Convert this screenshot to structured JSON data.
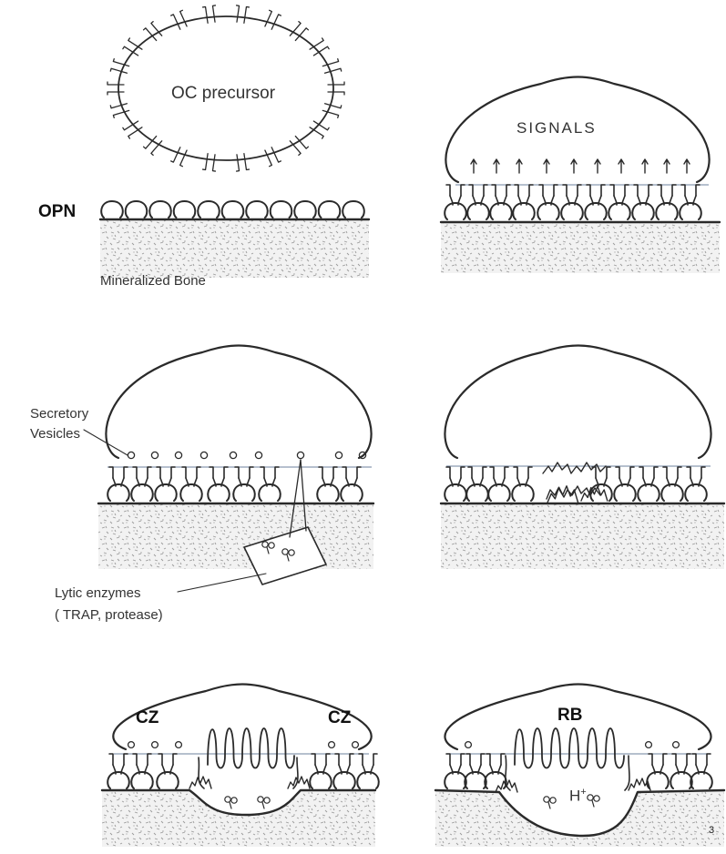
{
  "labels": {
    "oc_precursor": "OC precursor",
    "opn": "OPN",
    "mineralized_bone": "Mineralized Bone",
    "signals": "SIGNALS",
    "secretory_vesicles_line1": "Secretory",
    "secretory_vesicles_line2": "Vesicles",
    "lytic_enzymes_line1": "Lytic enzymes",
    "lytic_enzymes_line2": "( TRAP, protease)",
    "cz_left": "CZ",
    "cz_right": "CZ",
    "rb": "RB",
    "h_plus": "H",
    "h_plus_sup": "+",
    "corner_mark": "3"
  },
  "colors": {
    "stroke": "#2a2a2a",
    "membrane": "#8a9ab0",
    "bone_speckle": "#9a9a9a",
    "background": "#ffffff"
  },
  "panels": [
    {
      "id": "precursor",
      "stage": "OC precursor above OPN-coated bone"
    },
    {
      "id": "signals",
      "stage": "Attachment and signalling"
    },
    {
      "id": "secretion",
      "stage": "Secretory vesicles releasing lytic enzymes"
    },
    {
      "id": "early-resorption",
      "stage": "Early matrix attack"
    },
    {
      "id": "clear-zone",
      "stage": "Clear zones formed"
    },
    {
      "id": "ruffled-border",
      "stage": "Ruffled border with acidification"
    }
  ]
}
